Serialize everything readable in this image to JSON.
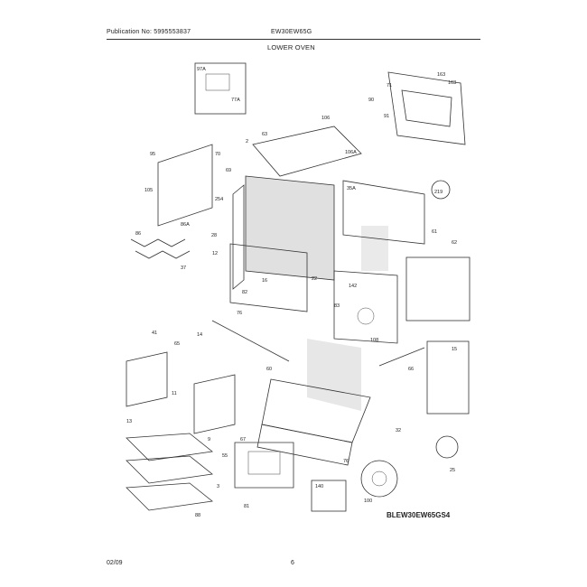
{
  "header": {
    "publication": "Publication No: 5995553837",
    "model": "EW30EW65G",
    "section": "LOWER OVEN"
  },
  "footer": {
    "date": "02/09",
    "page": "6"
  },
  "diagram_code": "BLEW30EW65GS4",
  "part_numbers": [
    "97A",
    "71",
    "77A",
    "163",
    "163",
    "90",
    "91",
    "106",
    "106A",
    "95",
    "2",
    "63",
    "70",
    "105",
    "69",
    "254",
    "35A",
    "219",
    "86A",
    "28",
    "86",
    "37",
    "12",
    "22",
    "16",
    "142",
    "83",
    "76",
    "82",
    "41",
    "60",
    "61",
    "65",
    "14",
    "108",
    "66",
    "62",
    "11",
    "13",
    "15",
    "9",
    "76",
    "67",
    "55",
    "32",
    "25",
    "3",
    "140",
    "88",
    "100",
    "81"
  ]
}
